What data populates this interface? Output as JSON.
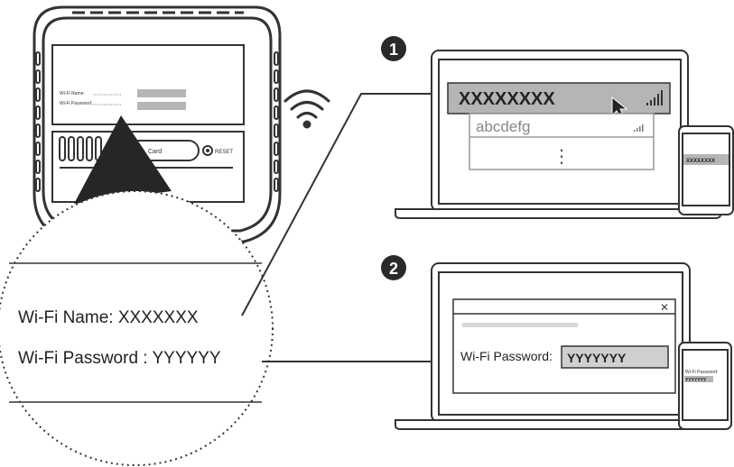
{
  "router": {
    "label_name": "Wi-Fi Name:",
    "label_password": "Wi-Fi Password:",
    "card_slot": "Card",
    "reset": "RESET"
  },
  "magnified_label": {
    "name_line": "Wi-Fi Name: XXXXXXX",
    "password_line": "Wi-Fi Password : YYYYYY"
  },
  "step1": {
    "number": "1",
    "selected_network": "XXXXXXXX",
    "other_network": "abcdefg",
    "more_networks": "⋮",
    "phone_network": "XXXXXXXX"
  },
  "step2": {
    "number": "2",
    "close_glyph": "✕",
    "password_label": "Wi-Fi Password:",
    "password_value": "YYYYYYY",
    "phone_label": "Wi-Fi Password:",
    "phone_value": "YYYYYYY"
  },
  "icons": {
    "wifi": "wifi-icon",
    "signal": "signal-bars-icon",
    "cursor": "mouse-cursor-icon",
    "close": "close-icon"
  },
  "colors": {
    "line": "#333333",
    "selected_row": "#b5b5b5",
    "field": "#cfcfcf",
    "text": "#222222"
  }
}
